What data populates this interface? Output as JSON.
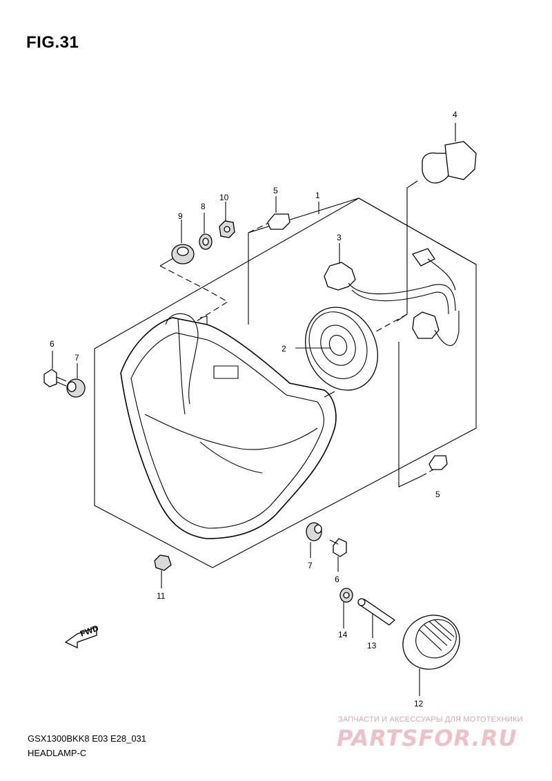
{
  "figure": {
    "title": "FIG.31",
    "model_code": "GSX1300BKK8 E03 E28_031",
    "section_name": "HEADLAMP-C"
  },
  "callouts": {
    "p1": "1",
    "p2": "2",
    "p3": "3",
    "p4": "4",
    "p5a": "5",
    "p5b": "5",
    "p6a": "6",
    "p6b": "6",
    "p7a": "7",
    "p7b": "7",
    "p8": "8",
    "p9": "9",
    "p10": "10",
    "p11": "11",
    "p12": "12",
    "p13": "13",
    "p14": "14"
  },
  "fwd_label": "FWD",
  "watermark": {
    "tagline": "ЗАПЧАСТИ И АКСЕССУАРЫ ДЛЯ МОТОТЕХНИКИ",
    "logo": "PARTSFOR.RU"
  },
  "colors": {
    "line": "#000000",
    "watermark": "#e8b9bf"
  }
}
